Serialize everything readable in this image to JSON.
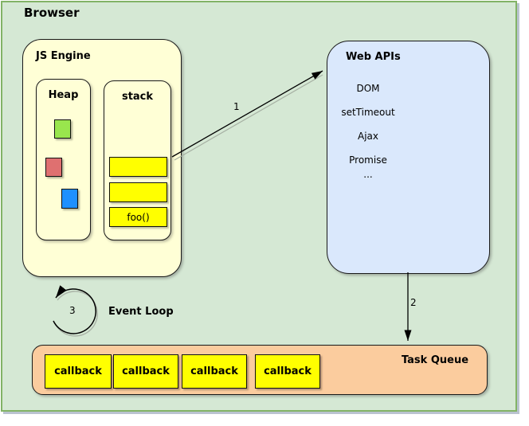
{
  "browser": {
    "title": "Browser"
  },
  "js_engine": {
    "label": "JS Engine",
    "heap": {
      "label": "Heap",
      "objects": [
        {
          "name": "heap-object-green",
          "color": "#99e64d"
        },
        {
          "name": "heap-object-red",
          "color": "#df7070"
        },
        {
          "name": "heap-object-blue",
          "color": "#1e90ff"
        }
      ]
    },
    "stack": {
      "label": "stack",
      "frames": [
        "",
        "",
        "foo()"
      ]
    }
  },
  "web_apis": {
    "label": "Web APIs",
    "items": [
      "DOM",
      "setTimeout",
      "Ajax",
      "Promise",
      "..."
    ]
  },
  "event_loop": {
    "label": "Event Loop"
  },
  "task_queue": {
    "label": "Task Queue",
    "callbacks": [
      "callback",
      "callback",
      "callback",
      "callback"
    ]
  },
  "arrow_labels": {
    "stack_to_webapis": "1",
    "webapis_to_queue": "2",
    "event_loop": "3"
  },
  "colors": {
    "browser_bg": "#d5e8d4",
    "browser_border": "#82b366",
    "engine_bg": "#ffffd6",
    "webapis_bg": "#dae8fc",
    "queue_bg": "#fbcc9e",
    "highlight_yellow": "#ffff00",
    "heap_green": "#99e64d",
    "heap_red": "#df7070",
    "heap_blue": "#1e90ff"
  }
}
